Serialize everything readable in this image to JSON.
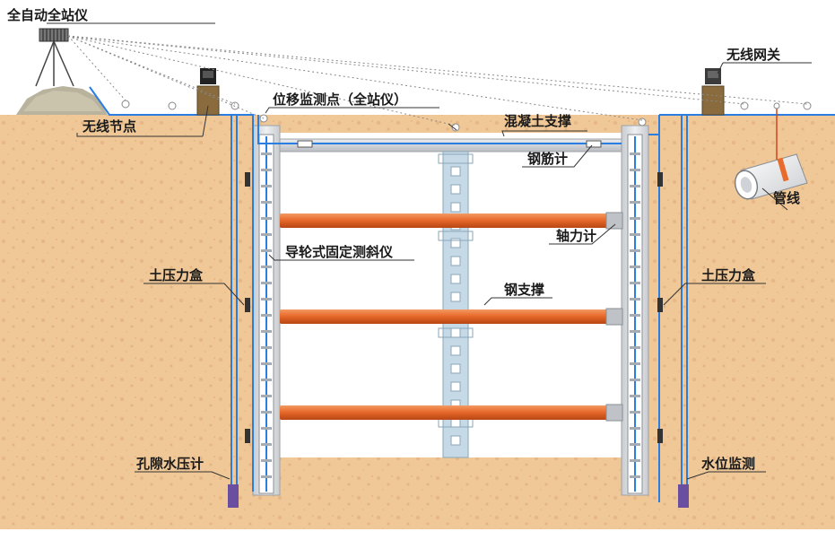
{
  "labels": {
    "total_station": "全自动全站仪",
    "wireless_gateway": "无线网关",
    "wireless_node": "无线节点",
    "displacement_point": "位移监测点（全站仪）",
    "concrete_support": "混凝土支撑",
    "rebar_meter": "钢筋计",
    "pipeline": "管线",
    "axial_force_meter": "轴力计",
    "inclinometer": "导轮式固定测斜仪",
    "earth_pressure_cell_left": "土压力盒",
    "earth_pressure_cell_right": "土压力盒",
    "steel_support": "钢支撑",
    "pore_water_meter": "孔隙水压计",
    "water_level": "水位监测"
  },
  "colors": {
    "soil": "#f0c897",
    "soil_speck": "#dca977",
    "pit": "#ffffff",
    "wall": "#e2e4e6",
    "steel_support": "#e86a2c",
    "concrete": "#d0d3d6",
    "cable": "#2a7de1",
    "sensor": "#333333"
  }
}
